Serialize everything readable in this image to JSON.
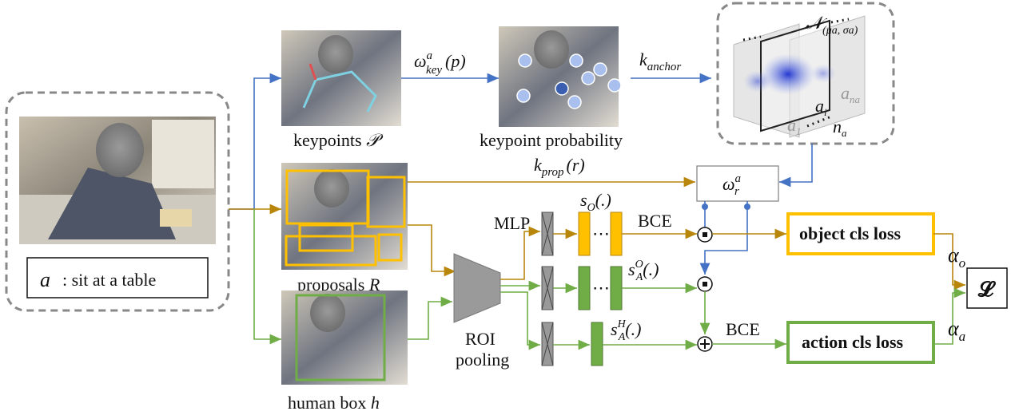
{
  "input": {
    "query_symbol": "a",
    "query_text": ": sit at a table"
  },
  "panels": {
    "keypoints_label": "keypoints",
    "keypoints_symbol": "𝒫",
    "keypoint_prob_label": "keypoint probability",
    "proposals_label": "proposals",
    "proposals_symbol": "R",
    "human_label": "human box",
    "human_symbol": "h"
  },
  "functions": {
    "omega_key": "ω",
    "omega_key_sup": "a",
    "omega_key_sub": "key",
    "omega_key_arg": "(p)",
    "k_anchor": "k",
    "k_anchor_sub": "anchor",
    "k_prop": "k",
    "k_prop_sub": "prop",
    "k_prop_arg": "(r)",
    "omega_r": "ω",
    "omega_r_sup": "a",
    "omega_r_sub": "r"
  },
  "gaussian": {
    "N": "𝒩",
    "N_sub": "(μa, σa)",
    "a1": "a",
    "a1_sub": "1",
    "ai": "a",
    "ai_sub": "i",
    "ana": "a",
    "ana_sub": "na",
    "na": "n",
    "na_sub": "a"
  },
  "network": {
    "mlp": "MLP",
    "roi_line1": "ROI",
    "roi_line2": "pooling",
    "so": "s",
    "so_sub": "O",
    "so_arg": "(.)",
    "sao": "s",
    "sao_sup": "O",
    "sao_sub": "A",
    "sao_arg": "(.)",
    "sah": "s",
    "sah_sup": "H",
    "sah_sub": "A",
    "sah_arg": "(.)",
    "bce_top": "BCE",
    "bce_bottom": "BCE",
    "dots": "⋯"
  },
  "losses": {
    "object": "object cls loss",
    "action": "action cls loss",
    "alpha_o": "α",
    "alpha_o_sub": "o",
    "alpha_a": "α",
    "alpha_a_sub": "a",
    "total": "𝓛"
  },
  "colors": {
    "blue": "#4472c4",
    "orange": "#b8860b",
    "yellow": "#ffc000",
    "green": "#70ad47",
    "gray": "#888888"
  }
}
